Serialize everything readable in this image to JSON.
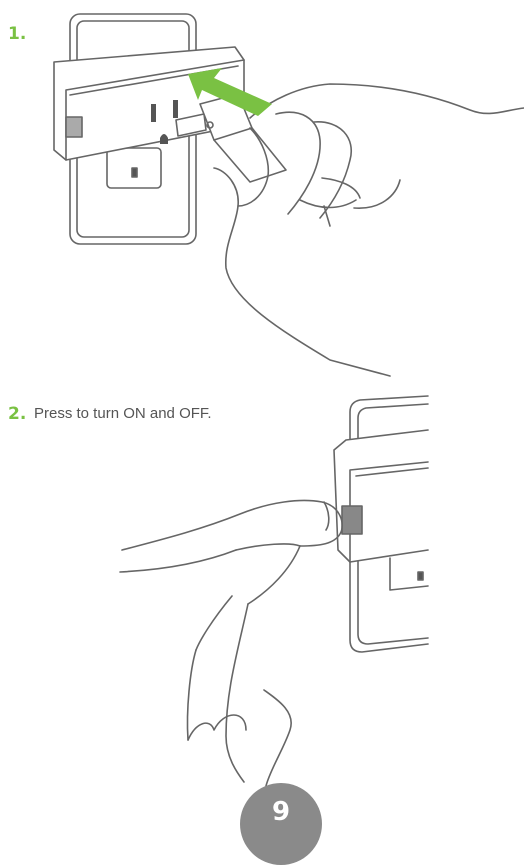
{
  "step1": {
    "number": "1."
  },
  "step2": {
    "number": "2.",
    "text": "Press to turn ON and OFF."
  },
  "page": {
    "number": "9"
  },
  "colors": {
    "accent": "#7ac143",
    "line": "#666666",
    "badge": "#8a8a8a"
  }
}
